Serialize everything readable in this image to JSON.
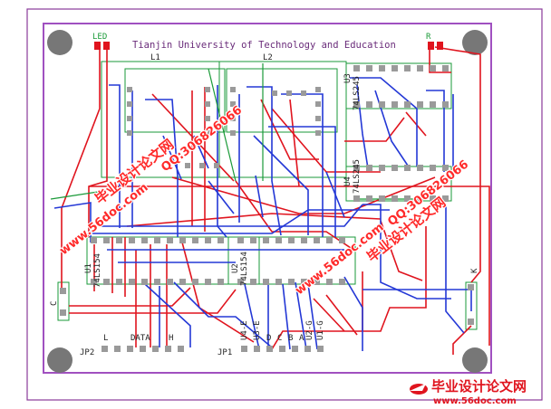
{
  "board": {
    "title": "Tianjin University of Technology and Education",
    "labels": {
      "led": "LED",
      "r": "R",
      "l1": "L1",
      "l2": "L2",
      "u1": "U1",
      "u1_part": "74LS154",
      "u2": "U2",
      "u2_part": "74LS154",
      "u3_part": "74LS245",
      "u3": "U3",
      "u4": "U4",
      "u4_part": "74LS245",
      "c": "C",
      "k": "K",
      "jp1": "JP1",
      "jp2": "JP2",
      "data": "DATA",
      "jp2_l": "L",
      "jp2_h": "H",
      "jp1_pins": [
        "U4-E",
        "U3-E",
        "D",
        "C",
        "B",
        "A",
        "U2-G",
        "U1-G"
      ]
    }
  },
  "watermarks": {
    "site_cn": "毕业设计论文网",
    "url": "www.56doc.com",
    "qq": "QQ:306826066",
    "footer_cn": "毕业设计论文网",
    "footer_url": "www.56doc.com"
  },
  "colors": {
    "border": "#7a2a8a",
    "outline": "#a050c0",
    "trace_red": "#e0141e",
    "trace_blue": "#2438d6",
    "trace_green": "#1a9a38",
    "pad": "#9a9a9a",
    "smd": "#e0141e",
    "hole": "#777777"
  }
}
